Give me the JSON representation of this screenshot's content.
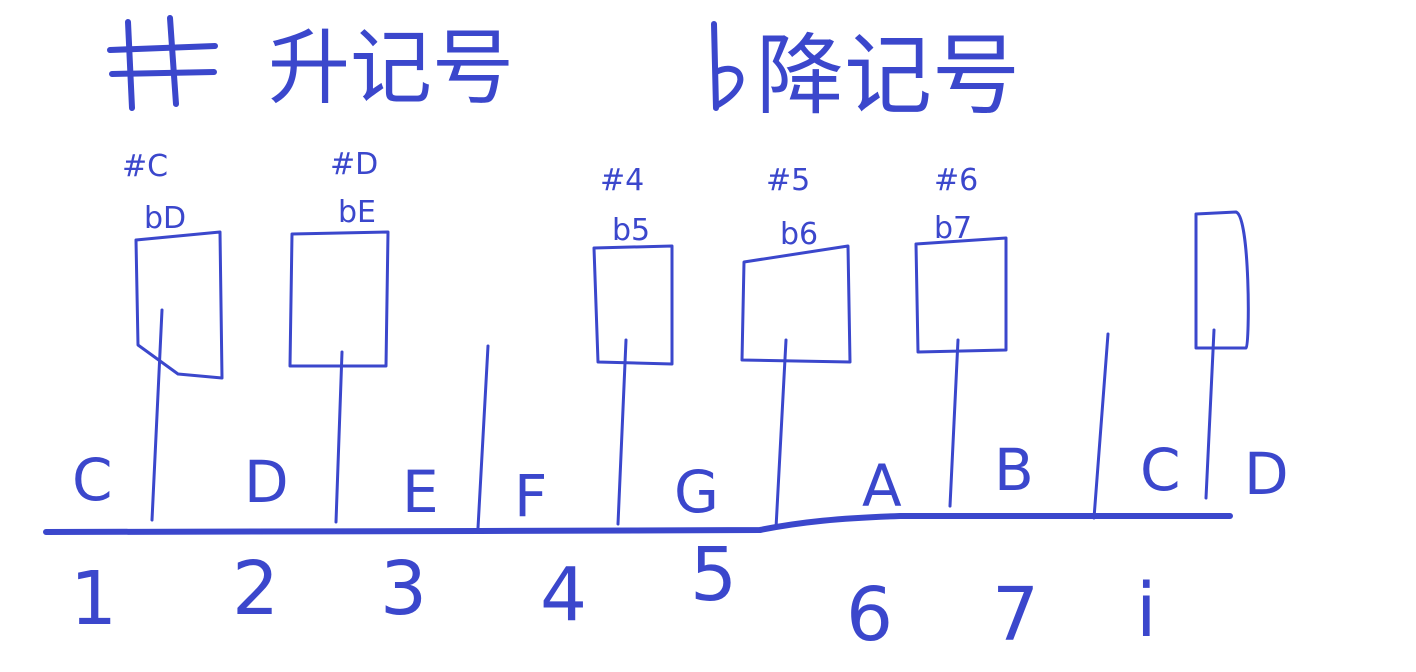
{
  "ink_color": "#3B47CC",
  "background": "#FFFFFF",
  "title": {
    "sharp_symbol": "#",
    "sharp_label": "升记号",
    "flat_symbol": "b",
    "flat_label": "降记号"
  },
  "keys": {
    "white": [
      {
        "letter": "C",
        "number": "1"
      },
      {
        "letter": "D",
        "number": "2"
      },
      {
        "letter": "E",
        "number": "3"
      },
      {
        "letter": "F",
        "number": "4"
      },
      {
        "letter": "G",
        "number": "5"
      },
      {
        "letter": "A",
        "number": "6"
      },
      {
        "letter": "B",
        "number": "7"
      },
      {
        "letter": "C",
        "number": "i"
      },
      {
        "letter": "D",
        "number": ""
      }
    ],
    "black": [
      {
        "sharp": "#C",
        "flat": "bD"
      },
      {
        "sharp": "#D",
        "flat": "bE"
      },
      {
        "sharp": "#4",
        "flat": "b5"
      },
      {
        "sharp": "#5",
        "flat": "b6"
      },
      {
        "sharp": "#6",
        "flat": "b7"
      },
      {
        "sharp": "",
        "flat": ""
      }
    ]
  }
}
